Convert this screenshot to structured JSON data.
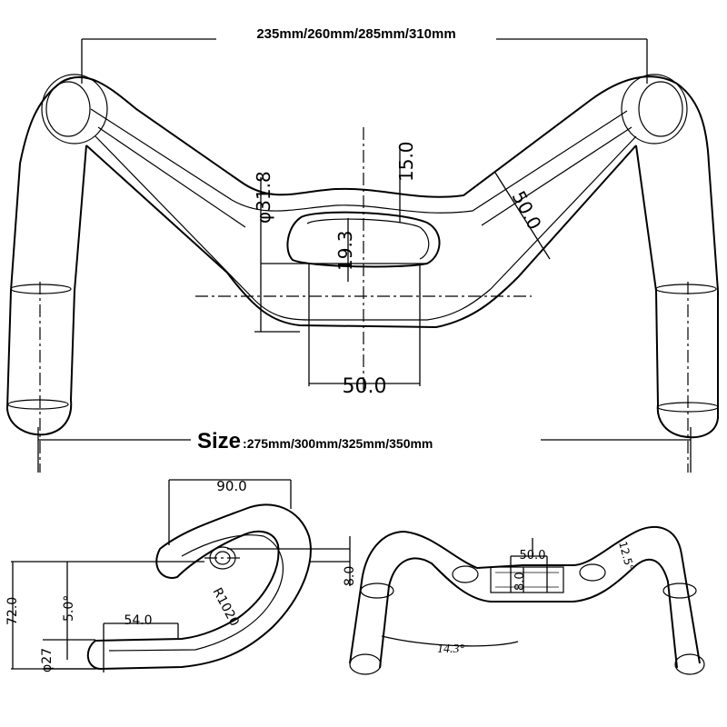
{
  "top_view": {
    "width_label": "235mm/260mm/285mm/310mm",
    "size_prefix": "Size",
    "size_value": ":275mm/300mm/325mm/350mm",
    "dim_clamp_diameter": "φ31.8",
    "dim_slot_width": "15.0",
    "dim_slot_height": "19.3",
    "dim_clamp_width": "50.0",
    "dim_flare": "50.0"
  },
  "side_view": {
    "dim_reach": "90.0",
    "dim_rise": "8.0",
    "dim_drop": "72.0",
    "dim_angle": "5.0°",
    "dim_flat": "54.0",
    "dim_radius": "R1020",
    "dim_end_diameter": "φ27"
  },
  "front_view": {
    "dim_center_width": "50.0",
    "dim_center_height": "8.0",
    "dim_bend_angle": "12.5°",
    "dim_flare_angle": "14.3°"
  }
}
